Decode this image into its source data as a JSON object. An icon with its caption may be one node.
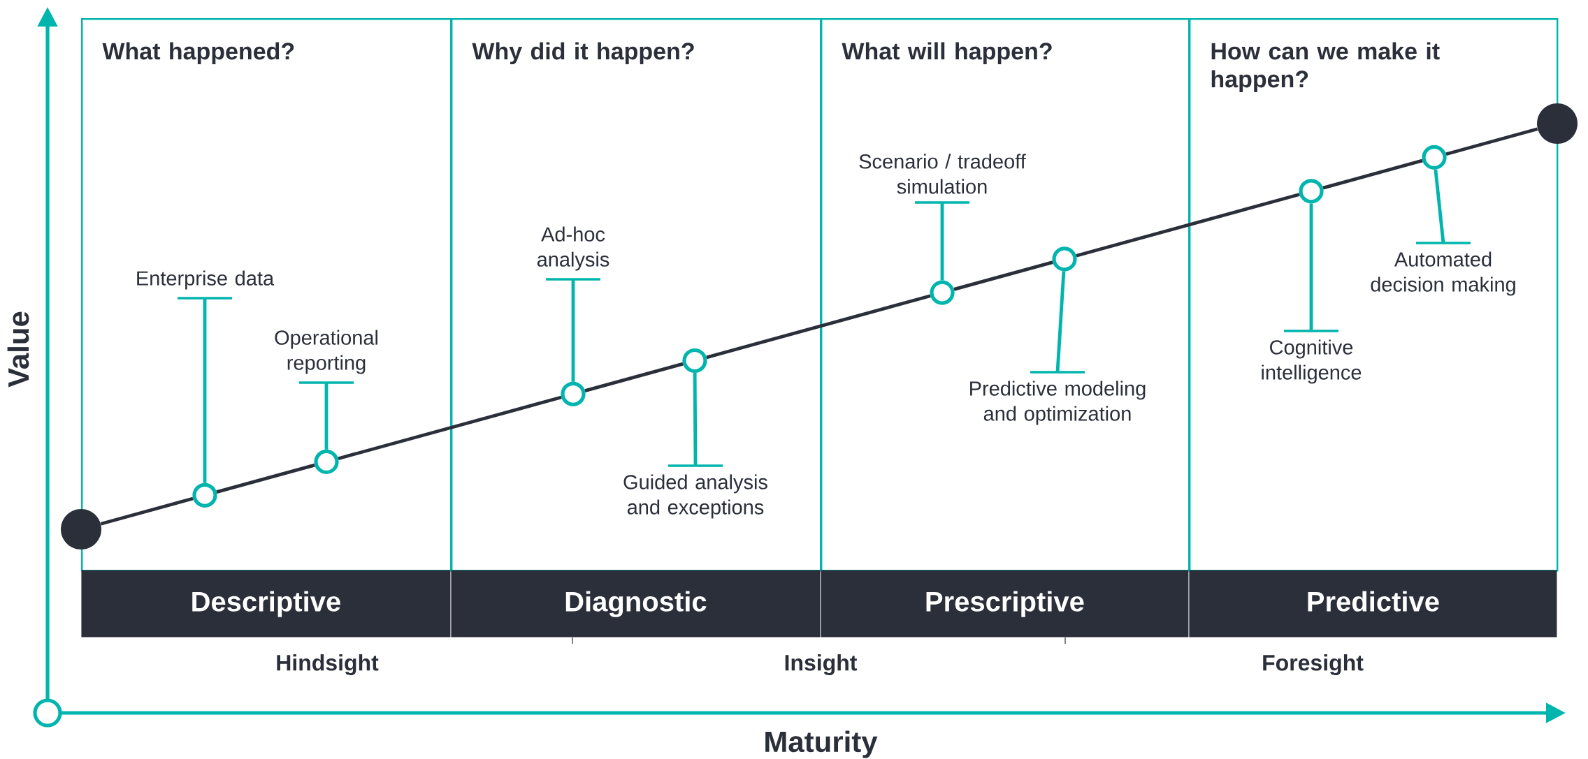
{
  "diagram": {
    "nodes": [
      {
        "text": [
          "What happened?"
        ]
      },
      {
        "text": [
          "Why did it happen?"
        ]
      },
      {
        "text": [
          "What will happen?"
        ]
      },
      {
        "text": [
          "How can we make it happen?"
        ]
      },
      {
        "text": [],
        "shape": "circle"
      },
      {
        "text": [
          "Enterprise data"
        ],
        "in": 0
      },
      {
        "text": [],
        "shape": "circle",
        "in": 0
      },
      {
        "text": [
          "Operational reporting"
        ],
        "in": 0
      },
      {
        "text": [],
        "shape": "circle",
        "in": 0
      },
      {
        "text": [
          "Ad-hoc analysis"
        ],
        "in": 1
      },
      {
        "text": [],
        "shape": "circle",
        "in": 1
      },
      {
        "text": [],
        "shape": "circle",
        "in": 1
      },
      {
        "text": [
          "Guided analysis and exceptions"
        ],
        "in": 1
      },
      {
        "text": [
          "Scenario / tradeoff simulation"
        ],
        "in": 2
      },
      {
        "text": [],
        "shape": "circle",
        "in": 2
      },
      {
        "text": [],
        "shape": "circle",
        "in": 2
      },
      {
        "text": [
          "Predictive modeling and optimization"
        ],
        "in": 2
      },
      {
        "text": [],
        "shape": "circle",
        "in": 3
      },
      {
        "text": [],
        "shape": "circle",
        "in": 3
      },
      {
        "text": [
          "Automated decision making"
        ],
        "in": 3
      },
      {
        "text": [
          "Cognitive intelligence"
        ],
        "in": 3
      },
      {
        "text": [],
        "shape": "circle"
      },
      {
        "text": [
          "Descriptive"
        ]
      },
      {
        "text": [
          "Diagnostic"
        ]
      },
      {
        "text": [
          "Prescriptive"
        ]
      },
      {
        "text": [
          "Predictive"
        ]
      }
    ],
    "edges": [
      {
        "from": 4,
        "to": 6,
        "arrow": "none"
      },
      {
        "from": 6,
        "to": 8,
        "arrow": "none"
      },
      {
        "from": 8,
        "to": 10,
        "arrow": "none"
      },
      {
        "from": 10,
        "to": 11,
        "arrow": "none"
      },
      {
        "from": 11,
        "to": 14,
        "arrow": "none"
      },
      {
        "from": 14,
        "to": 15,
        "arrow": "none"
      },
      {
        "from": 15,
        "to": 17,
        "arrow": "none"
      },
      {
        "from": 17,
        "to": 18,
        "arrow": "none"
      },
      {
        "from": 18,
        "to": 21,
        "arrow": "none"
      },
      {
        "from": 5,
        "to": 6,
        "arrow": "none",
        "color": "#00b5ad"
      },
      {
        "from": 7,
        "to": 8,
        "arrow": "none",
        "color": "#00b5ad"
      },
      {
        "from": 9,
        "to": 10,
        "arrow": "none",
        "color": "#00b5ad"
      },
      {
        "from": 12,
        "to": 11,
        "arrow": "none",
        "color": "#00b5ad"
      },
      {
        "from": 13,
        "to": 14,
        "arrow": "none",
        "color": "#00b5ad"
      },
      {
        "from": 16,
        "to": 15,
        "arrow": "none",
        "color": "#00b5ad"
      },
      {
        "from": 20,
        "to": 17,
        "arrow": "none",
        "color": "#00b5ad"
      },
      {
        "from": 19,
        "to": 18,
        "arrow": "none",
        "color": "#00b5ad"
      }
    ],
    "labels": [
      "Value",
      "Hindsight",
      "Insight",
      "Foresight",
      "Maturity"
    ]
  }
}
